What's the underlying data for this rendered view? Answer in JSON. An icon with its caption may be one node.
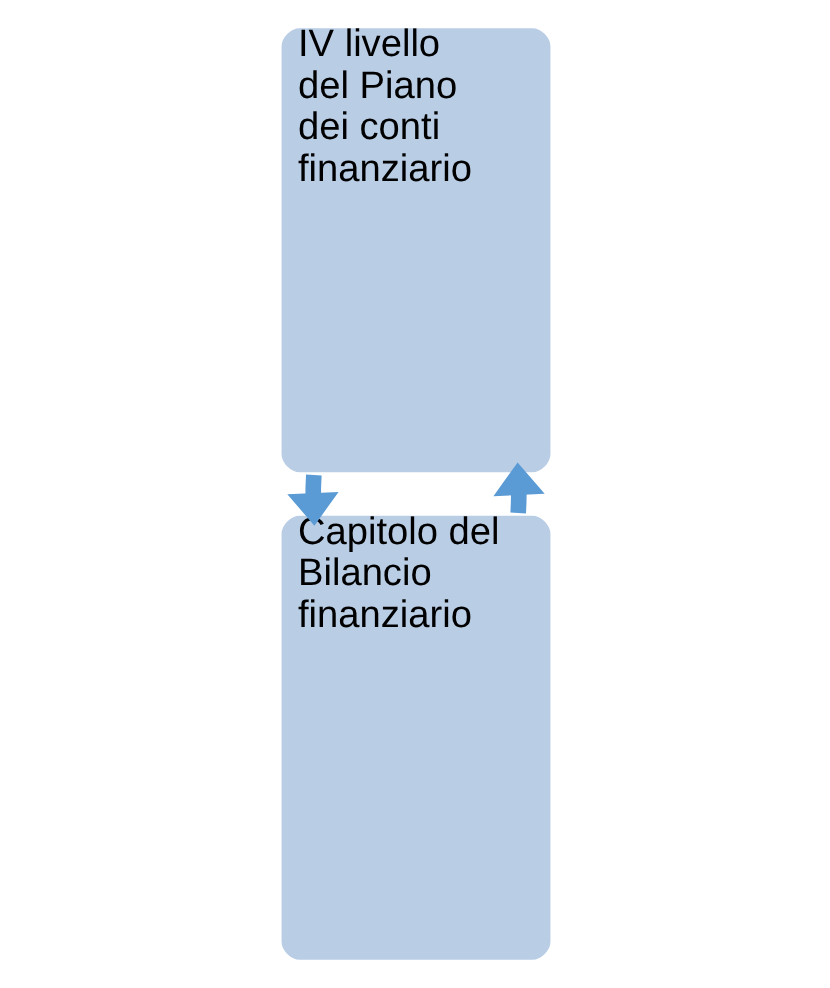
{
  "diagram": {
    "nodes": [
      {
        "text": [
          "Capitolo del Bilancio finanziario"
        ]
      },
      {
        "text": [
          "IV livello del Piano dei conti finanziario"
        ]
      }
    ],
    "edges": [
      {
        "from": 0,
        "to": 1,
        "arrow": "to"
      },
      {
        "from": 1,
        "to": 0,
        "arrow": "to"
      }
    ]
  }
}
